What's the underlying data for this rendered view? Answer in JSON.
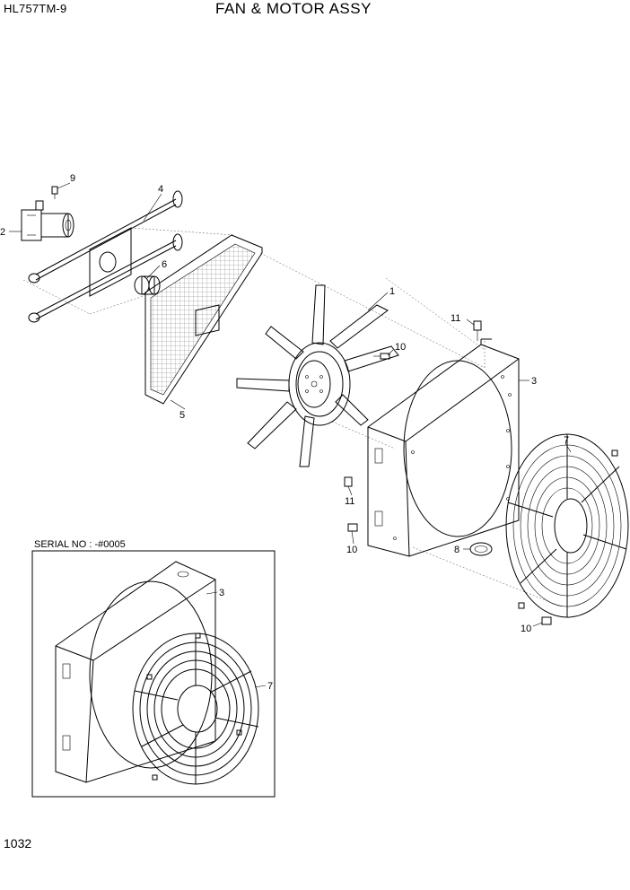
{
  "header": {
    "model": "HL757TM-9",
    "title": "FAN & MOTOR ASSY"
  },
  "page_number": "1032",
  "serial_note": "SERIAL NO : -#0005",
  "callouts": {
    "c1": "1",
    "c2": "2",
    "c3": "3",
    "c3b": "3",
    "c4": "4",
    "c5": "5",
    "c6": "6",
    "c7": "7",
    "c7b": "7",
    "c8": "8",
    "c9": "9",
    "c10a": "10",
    "c10b": "10",
    "c10c": "10",
    "c11a": "11",
    "c11b": "11"
  }
}
